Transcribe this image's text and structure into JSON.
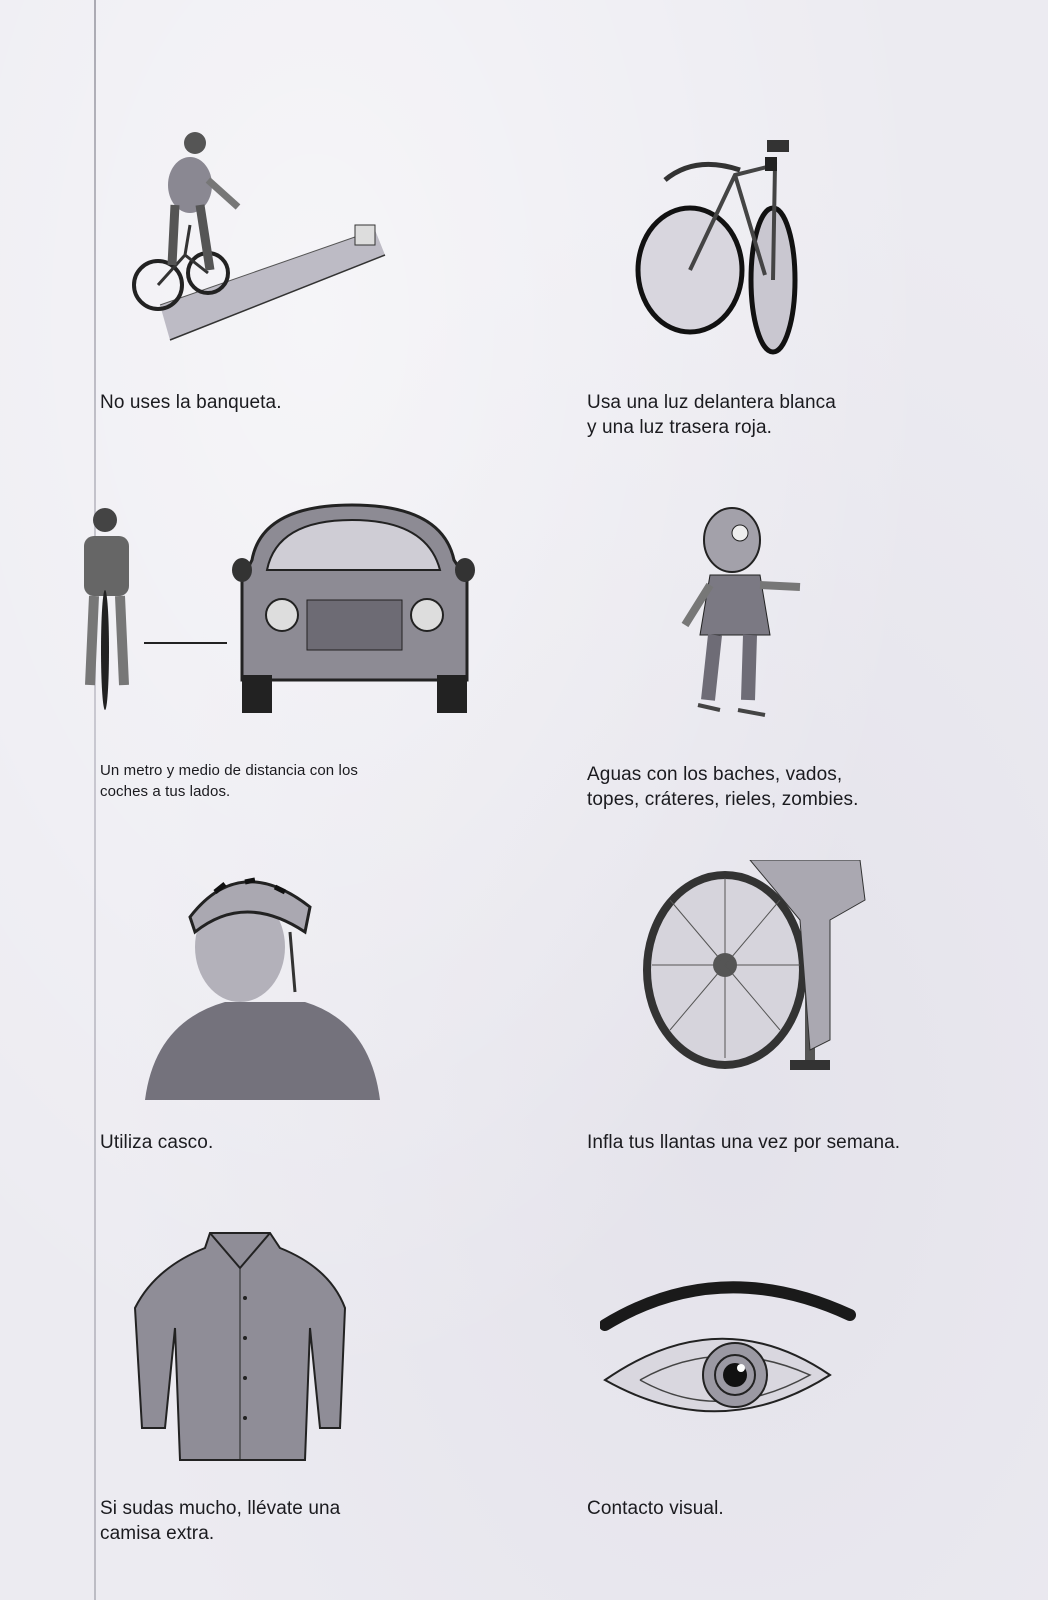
{
  "page": {
    "paper_color": "#ecebf1",
    "ink_color": "#1b1b1f"
  },
  "tips": [
    {
      "id": "sidewalk",
      "icon": "cyclist-on-road-icon",
      "lines": [
        "No uses la banqueta."
      ]
    },
    {
      "id": "lights",
      "icon": "bicycle-lights-icon",
      "lines": [
        "Usa una luz delantera blanca",
        "y una luz trasera roja."
      ]
    },
    {
      "id": "distance",
      "icon": "cyclist-car-distance-icon",
      "lines": [
        "Un metro y medio de distancia con los",
        "coches a tus lados."
      ]
    },
    {
      "id": "hazards",
      "icon": "zombie-icon",
      "lines": [
        "Aguas con los baches, vados,",
        "topes, cráteres, rieles, zombies."
      ]
    },
    {
      "id": "helmet",
      "icon": "helmet-icon",
      "lines": [
        "Utiliza casco."
      ]
    },
    {
      "id": "tires",
      "icon": "tire-pump-icon",
      "lines": [
        "Infla tus llantas una vez por semana."
      ]
    },
    {
      "id": "shirt",
      "icon": "shirt-icon",
      "lines": [
        "Si sudas mucho, llévate una",
        "camisa extra."
      ]
    },
    {
      "id": "eye",
      "icon": "eye-icon",
      "lines": [
        "Contacto visual."
      ]
    }
  ]
}
